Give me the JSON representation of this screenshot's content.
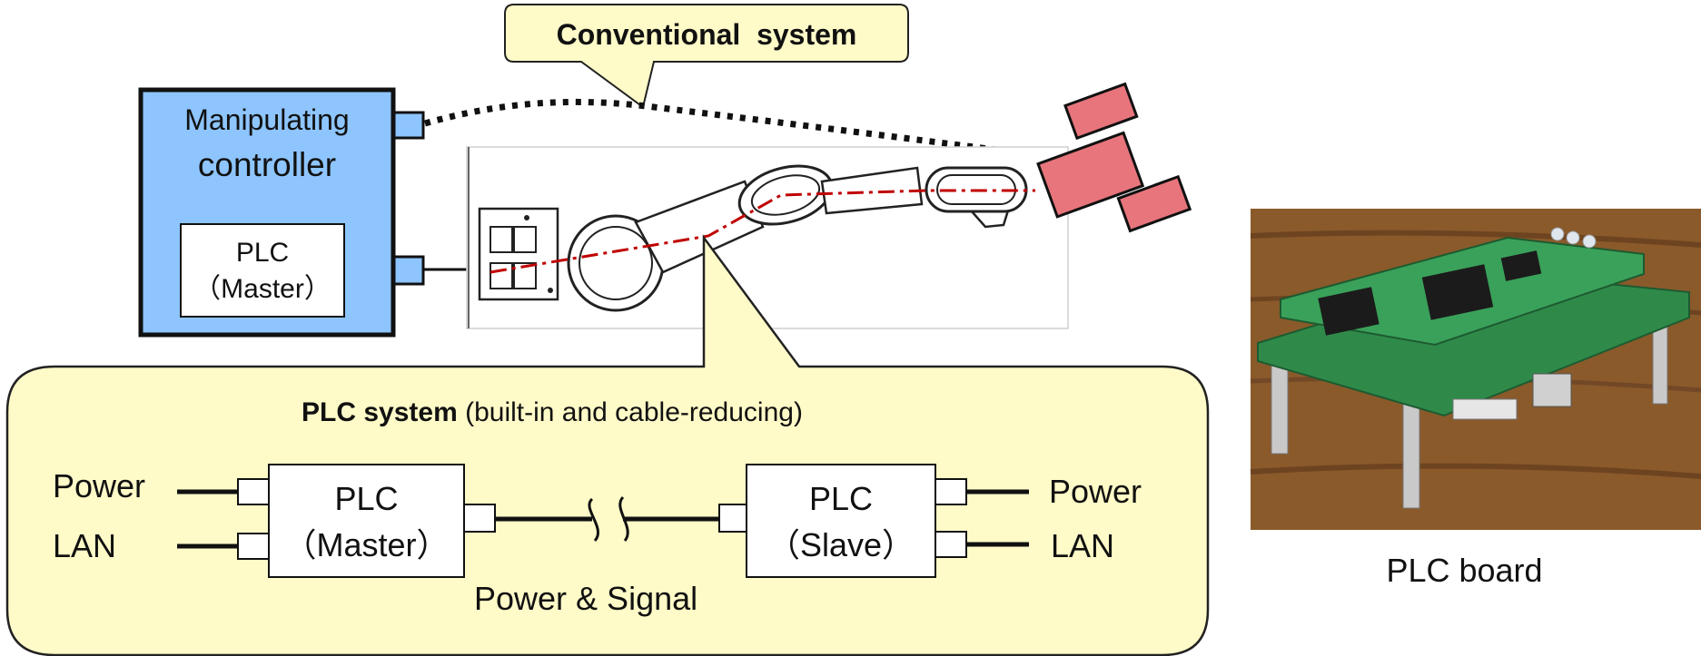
{
  "colors": {
    "controller_fill": "#8ec5ff",
    "yellow_fill": "#fffbc8",
    "gripper_fill": "#e8757c",
    "dash_red": "#c00000"
  },
  "conventional_callout": {
    "label": "Conventional  system"
  },
  "controller": {
    "title_line1": "Manipulating",
    "title_line2": "controller",
    "plc_line1": "PLC",
    "plc_line2": "（Master）"
  },
  "plc_system": {
    "title_bold": "PLC system",
    "title_rest": " (built-in and cable-reducing)",
    "master": {
      "line1": "PLC",
      "line2": "（Master）"
    },
    "slave": {
      "line1": "PLC",
      "line2": "（Slave）"
    },
    "left_labels": {
      "power": "Power",
      "lan": "LAN"
    },
    "right_labels": {
      "power": "Power",
      "lan": "LAN"
    },
    "link_label": "Power & Signal"
  },
  "photo": {
    "caption": "PLC board"
  },
  "icons": [
    "robot-arm-icon",
    "gripper-icon",
    "plc-board-photo-icon",
    "cable-break-icon"
  ]
}
